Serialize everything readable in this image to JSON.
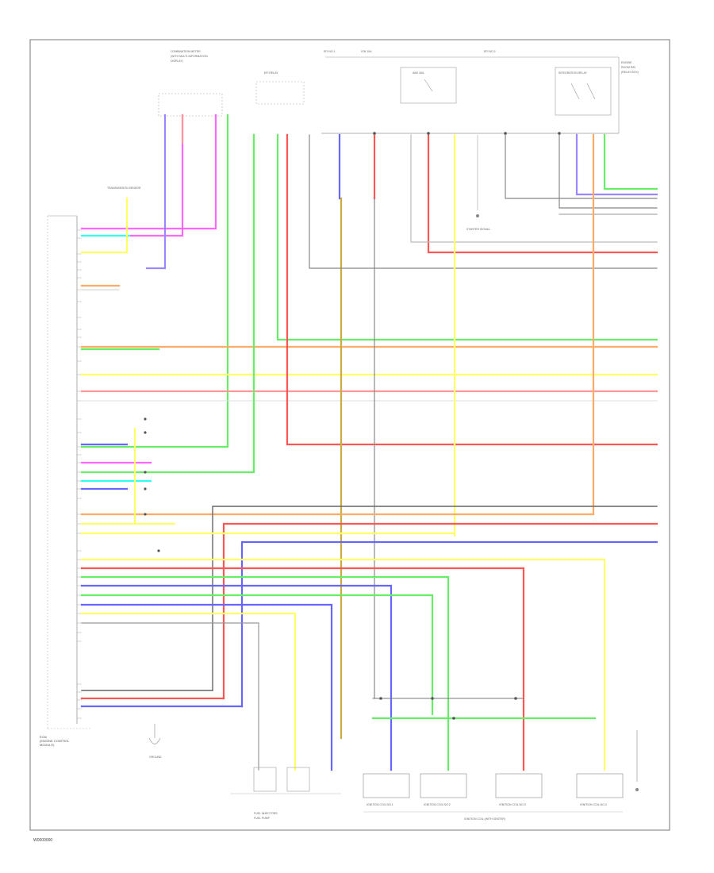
{
  "labels": {
    "figure_ref": "W0000000",
    "ecm_l1": "ECM",
    "ecm_l2": "(ENGINE CONTROL",
    "ecm_l3": "MODULE)",
    "gauge_l1": "COMBINATION METER",
    "gauge_l2": "(WITH MULTI-INFORMATION",
    "gauge_l3": "DISPLAY)",
    "relay_box": "EFI RELAY",
    "fuse_a": "EFI NO.1",
    "fuse_b": "IGN 10A",
    "fuse_c": "EFI NO.2",
    "fuse_d": "AM2 30A",
    "main_relay": "INTEGRATION RELAY",
    "starter": "STARTER SIGNAL",
    "tach_sensor": "TRANSMISSION SENSOR",
    "fuel_pump": "FUEL INJECTORS",
    "fuel_pump2": "FUEL PUMP",
    "coils": "IGNITION COIL (WITH IGNITER)",
    "coil_1": "IGNITION COIL NO.1",
    "coil_2": "IGNITION COIL NO.2",
    "coil_3": "IGNITION COIL NO.3",
    "coil_4": "IGNITION COIL NO.4",
    "ground": "GROUND",
    "right_note_1": "ENGINE",
    "right_note_2": "ROOM R/B",
    "right_note_3": "(RELAY BOX)"
  },
  "wire_colors": {
    "pink": "#ff66ff",
    "cyan": "#33ffee",
    "green": "#66ee66",
    "yellow": "#ffff66",
    "red": "#ff5555",
    "orange": "#ffaa66",
    "blue": "#6666ff",
    "violet": "#9988ff",
    "gray": "#888888",
    "black": "#444444",
    "tan": "#ccaa44",
    "light_red": "#ff9999"
  }
}
